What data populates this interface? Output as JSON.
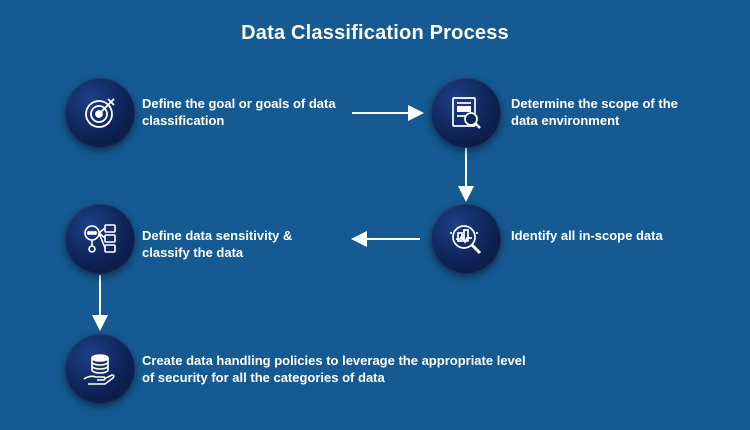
{
  "title": "Data Classification Process",
  "steps": [
    {
      "icon": "target-icon",
      "label_line1": "Define the goal or goals of data",
      "label_line2": "classification"
    },
    {
      "icon": "document-search-icon",
      "label_line1": "Determine the scope of the",
      "label_line2": "data environment"
    },
    {
      "icon": "data-scan-icon",
      "label_line1": "Identify all in-scope data",
      "label_line2": ""
    },
    {
      "icon": "data-sort-icon",
      "label_line1": "Define data sensitivity &",
      "label_line2": "classify the data"
    },
    {
      "icon": "database-hand-icon",
      "label_line1": "Create data handling policies to leverage the appropriate level",
      "label_line2": "of security for all the categories of data"
    }
  ],
  "colors": {
    "background": "#155a92",
    "node": "#0e2356",
    "text": "#ffffff"
  }
}
